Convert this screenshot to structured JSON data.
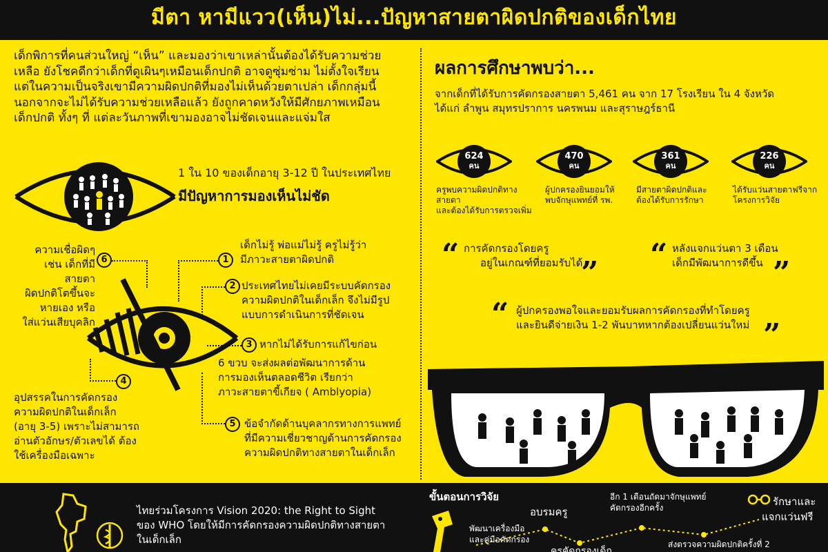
{
  "title": "มีตา หามีแวว(เห็น)ไม่...ปัญหาสายตาผิดปกติของเด็กไทย",
  "intro": [
    "เด็กพิการที่คนส่วนใหญ่ “เห็น” และมองว่าเขาเหล่านั้นต้องได้รับความช่วย",
    "เหลือ ยังโชคดีกว่าเด็กที่ดูเผินๆเหมือนเด็กปกติ อาจดูซุ่มซ่าม ไม่ตั้งใจเรียน",
    "แต่ในความเป็นจริงเขามีความผิดปกติที่มองไม่เห็นด้วยตาเปล่า เด็กกลุ่มนี้",
    "นอกจากจะไม่ได้รับความช่วยเหลือแล้ว ยังถูกคาดหวังให้มีศักยภาพเหมือน",
    "เด็กปกติ ทั้งๆ ที่ แต่ละวันภาพที่เขามองอาจไม่ชัดเจนและแจ่มใส"
  ],
  "stat": {
    "line1": "1 ใน 10 ของเด็กอายุ 3-12 ปี ในประเทศไทย",
    "line2": "มีปัญหาการมองเห็นไม่ชัด"
  },
  "points": [
    {
      "num": "1",
      "lines": [
        "เด็กไม่รู้ พ่อแม่ไม่รู้ ครูไม่รู้ว่า",
        "มีภาวะสายตาผิดปกติ"
      ]
    },
    {
      "num": "2",
      "lines": [
        "ประเทศไทยไม่เคยมีระบบคัดกรอง",
        "ความผิดปกติในเด็กเล็ก จึงไม่มีรูป",
        "แบบการดำเนินการที่ชัดเจน"
      ]
    },
    {
      "num": "3",
      "lines": [
        "หากไม่ได้รับการแก้ไขก่อน",
        "6 ขวบ จะส่งผลต่อพัฒนาการด้าน",
        "การมองเห็นตลอดชีวิต เรียกว่า",
        "ภาวะสายตาขี้เกียจ ( Amblyopia)"
      ]
    },
    {
      "num": "4",
      "lines": [
        "อุปสรรคในการคัดกรอง",
        "ความผิดปกติในเด็กเล็ก",
        "(อายุ 3-5) เพราะไม่สามารถ",
        "อ่านตัวอักษร/ตัวเลขได้ ต้อง",
        "ใช้เครื่องมือเฉพาะ"
      ]
    },
    {
      "num": "5",
      "lines": [
        "ข้อจำกัดด้านบุคลากรทางการแพทย์",
        "ที่มีความเชี่ยวชาญด้านการคัดกรอง",
        "ความผิดปกติทางสายตาในเด็กเล็ก"
      ]
    },
    {
      "num": "6",
      "lines": [
        "ความเชื่อผิดๆ",
        "เช่น เด็กที่มีสายตา",
        "ผิดปกติโตขึ้นจะ",
        "หายเอง หรือ",
        "ใส่แว่นเสียบุคลิก"
      ]
    }
  ],
  "findings": {
    "heading": "ผลการศึกษาพบว่า...",
    "desc": [
      "จากเด็กที่ได้รับการคัดกรองสายตา 5,461 คน จาก 17 โรงเรียน ใน 4 จังหวัด",
      "ได้แก่ ลำพูน สมุทรปราการ นครพนม และสุราษฎร์ธานี"
    ],
    "eyes": [
      {
        "value": "624",
        "unit": "คน",
        "label": [
          "ครูพบความผิดปกติทางสายตา",
          "และต้องได้รับการตรวจเพิ่ม"
        ]
      },
      {
        "value": "470",
        "unit": "คน",
        "label": [
          "ผู้ปกครองยินยอมให้",
          "พบจักษุแพทย์ที่ รพ."
        ]
      },
      {
        "value": "361",
        "unit": "คน",
        "label": [
          "มีสายตาผิดปกติและ",
          "ต้องได้รับการรักษา"
        ]
      },
      {
        "value": "226",
        "unit": "คน",
        "label": [
          "ได้รับแว่นสายตาฟรีจาก",
          "โครงการวิจัย"
        ]
      }
    ],
    "quote1": [
      "การคัดกรองโดยครู",
      "อยู่ในเกณฑ์ที่ยอมรับได้"
    ],
    "quote2": [
      "หลังแจกแว่นตา 3 เดือน",
      "เด็กมีพัฒนาการดีขึ้น"
    ],
    "quote3": [
      "ผู้ปกครองพอใจและยอมรับผลการคัดกรองที่ทำโดยครู",
      "และยินดีจ่ายเงิน 1-2 พันบาทหากต้องเปลี่ยนแว่นใหม่"
    ]
  },
  "bottom": {
    "vision_text": [
      "ไทยร่วมโครงการ Vision 2020: the Right to Sight",
      "ของ WHO โดยให้มีการคัดกรองความผิดปกติทางสายตา",
      "ในเด็กเล็ก"
    ],
    "steps_title": "ขั้นตอนการวิจัย",
    "steps": {
      "s1": [
        "พัฒนาเครื่องมือ",
        "และคู่มือคัดกรอง"
      ],
      "s2": [
        "อบรมครู"
      ],
      "s3": [
        "ครูคัดกรองเด็ก"
      ],
      "s4": [
        "อีก 1 เดือนถัดมาจักษุแพทย์",
        "คัดกรองอีกครั้ง"
      ],
      "s5": [
        "ส่งตรวจความผิดปกติครั้งที่ 2"
      ],
      "s6": [
        "รักษาและ",
        "แจกแว่นฟรี"
      ]
    }
  },
  "colors": {
    "accent": "#FFE600",
    "dark": "#111111"
  }
}
